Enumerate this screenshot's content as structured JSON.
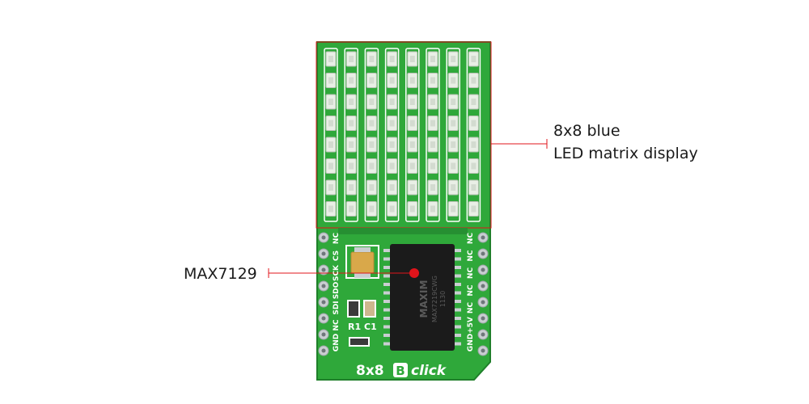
{
  "callouts": {
    "led_matrix": {
      "line1": "8x8 blue",
      "line2": "LED matrix display"
    },
    "chip": {
      "label": "MAX7129"
    }
  },
  "board": {
    "name_prefix": "8x8",
    "name_badge": "B",
    "name_suffix": "click",
    "left_pins": [
      "GND",
      "NC",
      "SDI",
      "SDO",
      "SCK",
      "CS",
      "NC"
    ],
    "right_pins": [
      "GND",
      "+5V",
      "NC",
      "NC",
      "NC",
      "NC",
      "NC"
    ],
    "silkscreen": {
      "r1": "R1",
      "c1": "C1"
    },
    "chip_marking": {
      "brand": "MAXIM",
      "part": "MAX7219CWG",
      "code": "1130"
    },
    "matrix": {
      "rows": 8,
      "cols": 8
    }
  },
  "colors": {
    "pcb_green": "#2fa83a",
    "pcb_dark": "#1f7f2a",
    "callout_red": "#e0141b",
    "led_body": "#e9efe6",
    "chip_black": "#1b1b1b",
    "capacitor_orange": "#d9a84a",
    "pad_silver": "#c9ced1"
  }
}
